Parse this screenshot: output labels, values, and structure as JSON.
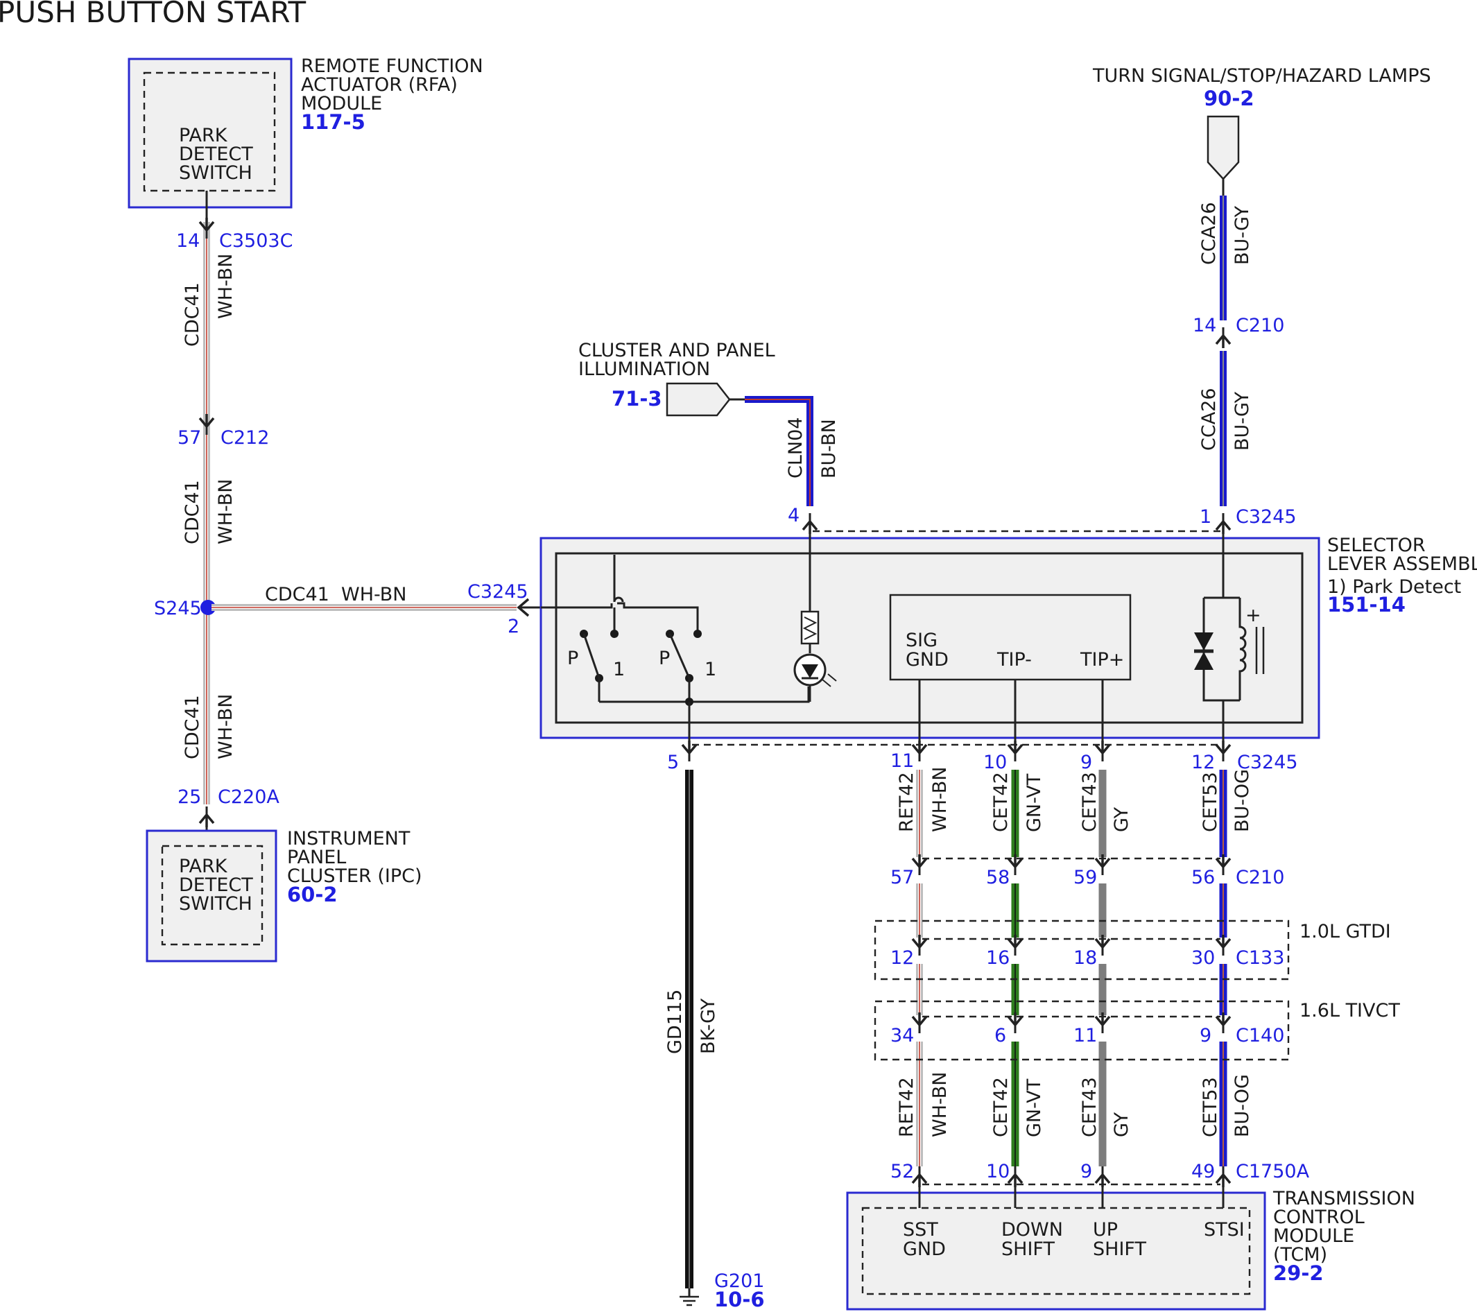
{
  "title": "PUSH BUTTON START",
  "components": {
    "rfa": {
      "line1": "REMOTE FUNCTION",
      "line2": "ACTUATOR (RFA)",
      "line3": "MODULE",
      "ref": "117-5",
      "inner1": "PARK",
      "inner2": "DETECT",
      "inner3": "SWITCH"
    },
    "ipc": {
      "line1": "INSTRUMENT",
      "line2": "PANEL",
      "line3": "CLUSTER (IPC)",
      "ref": "60-2",
      "inner1": "PARK",
      "inner2": "DETECT",
      "inner3": "SWITCH"
    },
    "turn": {
      "line1": "TURN SIGNAL/STOP/HAZARD LAMPS",
      "ref": "90-2"
    },
    "cluster_illum": {
      "line1": "CLUSTER AND PANEL",
      "line2": "ILLUMINATION",
      "ref": "71-3"
    },
    "selector": {
      "line1": "SELECTOR",
      "line2": "LEVER ASSEMBLY",
      "line3": "1) Park Detect",
      "ref": "151-14",
      "sig1": "SIG",
      "sig2": "GND",
      "tipm": "TIP-",
      "tipp": "TIP+",
      "p": "P",
      "one": "1",
      "plus": "+"
    },
    "tcm": {
      "line1": "TRANSMISSION",
      "line2": "CONTROL",
      "line3": "MODULE",
      "line4": "(TCM)",
      "ref": "29-2",
      "p1a": "SST",
      "p1b": "GND",
      "p2a": "DOWN",
      "p2b": "SHIFT",
      "p3a": "UP",
      "p3b": "SHIFT",
      "p4": "STSI"
    },
    "ground": {
      "label": "G201",
      "ref": "10-6"
    }
  },
  "splice": "S245",
  "engines": {
    "gtdi": "1.0L GTDI",
    "tivct": "1.6L TIVCT"
  },
  "connectors": {
    "c3503c": {
      "pin": "14",
      "name": "C3503C"
    },
    "c212": {
      "pin": "57",
      "name": "C212"
    },
    "c220a": {
      "pin": "25",
      "name": "C220A"
    },
    "c3245_left": {
      "pin": "2",
      "name": "C3245"
    },
    "c3245_top4": {
      "pin": "4"
    },
    "c3245_top1": {
      "pin": "1",
      "name": "C3245"
    },
    "c210_top": {
      "pin": "14",
      "name": "C210"
    },
    "c3245_bot": {
      "pins": [
        "5",
        "11",
        "10",
        "9",
        "12"
      ],
      "name": "C3245"
    },
    "c210": {
      "pins": [
        "57",
        "58",
        "59",
        "56"
      ],
      "name": "C210"
    },
    "c133": {
      "pins": [
        "12",
        "16",
        "18",
        "30"
      ],
      "name": "C133"
    },
    "c140": {
      "pins": [
        "34",
        "6",
        "11",
        "9"
      ],
      "name": "C140"
    },
    "c1750a": {
      "pins": [
        "52",
        "10",
        "9",
        "49"
      ],
      "name": "C1750A"
    }
  },
  "wires": {
    "cdc41": {
      "circuit": "CDC41",
      "color": "WH-BN"
    },
    "cln04": {
      "circuit": "CLN04",
      "color": "BU-BN"
    },
    "cca26": {
      "circuit": "CCA26",
      "color": "BU-GY"
    },
    "gd115": {
      "circuit": "GD115",
      "color": "BK-GY"
    },
    "ret42": {
      "circuit": "RET42",
      "color": "WH-BN"
    },
    "cet42": {
      "circuit": "CET42",
      "color": "GN-VT"
    },
    "cet43": {
      "circuit": "CET43",
      "color": "GY"
    },
    "cet53": {
      "circuit": "CET53",
      "color": "BU-OG"
    }
  },
  "colors": {
    "label_blue": "#1f1fe0",
    "wire_blue": "#1a1acc",
    "wire_green": "#2e7d1e",
    "wire_gray": "#7d7d7d",
    "wire_red": "#c0392b"
  }
}
